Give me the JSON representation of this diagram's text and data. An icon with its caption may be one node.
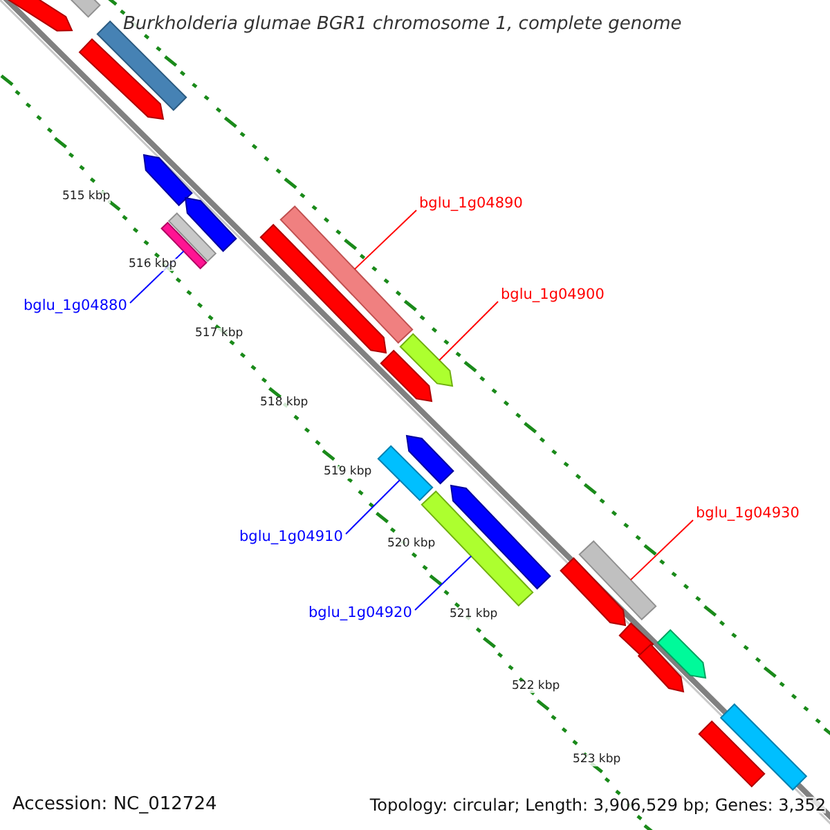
{
  "diagram": {
    "title": "Burkholderia glumae BGR1 chromosome 1, complete genome",
    "nodes": [
      {
        "text": [
          "bglu_1g04890"
        ]
      },
      {
        "text": [
          "bglu_1g04900"
        ]
      },
      {
        "text": [
          "bglu_1g04880"
        ]
      },
      {
        "text": [
          "bglu_1g04930"
        ]
      },
      {
        "text": [
          "bglu_1g04910"
        ]
      },
      {
        "text": [
          "bglu_1g04920"
        ]
      },
      {
        "text": [],
        "shape": "bar"
      },
      {
        "text": [],
        "shape": "bar"
      },
      {
        "text": [],
        "shape": "bar"
      },
      {
        "text": [],
        "shape": "bar"
      },
      {
        "text": [],
        "shape": "bar"
      },
      {
        "text": [],
        "shape": "bar"
      },
      {
        "text": [],
        "shape": "bar"
      },
      {
        "text": [],
        "shape": "bar"
      },
      {
        "text": [],
        "shape": "bar"
      },
      {
        "text": [],
        "shape": "bar"
      },
      {
        "text": [],
        "shape": "bar"
      },
      {
        "text": [],
        "shape": "bar"
      },
      {
        "text": [],
        "shape": "bar"
      },
      {
        "text": [],
        "shape": "bar"
      },
      {
        "text": [],
        "shape": "bar"
      },
      {
        "text": [],
        "shape": "bar"
      },
      {
        "text": [],
        "shape": "bar"
      },
      {
        "text": [],
        "shape": "bar"
      },
      {
        "text": [],
        "shape": "bar"
      },
      {
        "text": [],
        "shape": "bar"
      },
      {
        "text": [],
        "shape": "bar"
      },
      {
        "text": [],
        "shape": "bar"
      },
      {
        "text": [],
        "shape": "bar"
      }
    ],
    "edges": [
      {
        "from": 0,
        "to": 14,
        "arrow": "none",
        "color": "#ff0000"
      },
      {
        "from": 1,
        "to": 16,
        "arrow": "none",
        "color": "#ff0000"
      },
      {
        "from": 2,
        "to": 13,
        "arrow": "none",
        "color": "#0000ff"
      },
      {
        "from": 3,
        "to": 22,
        "arrow": "none",
        "color": "#ff0000"
      },
      {
        "from": 4,
        "to": 19,
        "arrow": "none",
        "color": "#0000ff"
      },
      {
        "from": 5,
        "to": 21,
        "arrow": "none",
        "color": "#0000ff"
      }
    ],
    "labels": [
      "515 kbp",
      "516 kbp",
      "517 kbp",
      "518 kbp",
      "519 kbp",
      "520 kbp",
      "521 kbp",
      "522 kbp",
      "523 kbp",
      "Accession: NC_012724",
      "Topology: circular; Length: 3,906,529 bp; Genes: 3,352"
    ]
  }
}
